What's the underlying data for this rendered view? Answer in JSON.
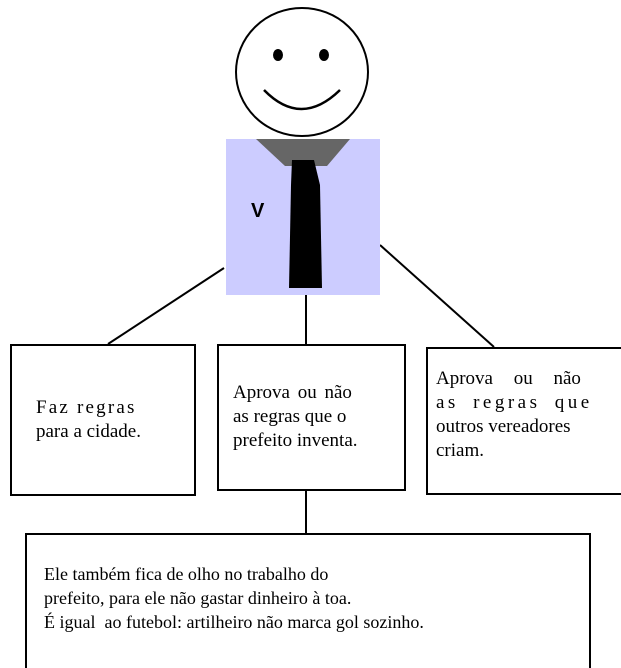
{
  "figure": {
    "character_letter": "V",
    "colors": {
      "shirt": "#ccccff",
      "bow_tie": "#666666",
      "tie": "#000000",
      "lines": "#000000",
      "background": "#ffffff"
    },
    "boxes": {
      "left": {
        "lines": [
          "Faz regras",
          "para a cidade."
        ]
      },
      "middle": {
        "lines": [
          "Aprova ou não",
          "as regras que o",
          "prefeito inventa."
        ]
      },
      "right": {
        "lines": [
          "Aprova ou não",
          "as regras que",
          "outros vereadores",
          "criam."
        ]
      },
      "bottom": {
        "lines": [
          "Ele também fica de olho no trabalho do",
          "prefeito, para ele não gastar dinheiro à toa.",
          "É igual  ao futebol: artilheiro não marca gol sozinho."
        ]
      }
    }
  }
}
